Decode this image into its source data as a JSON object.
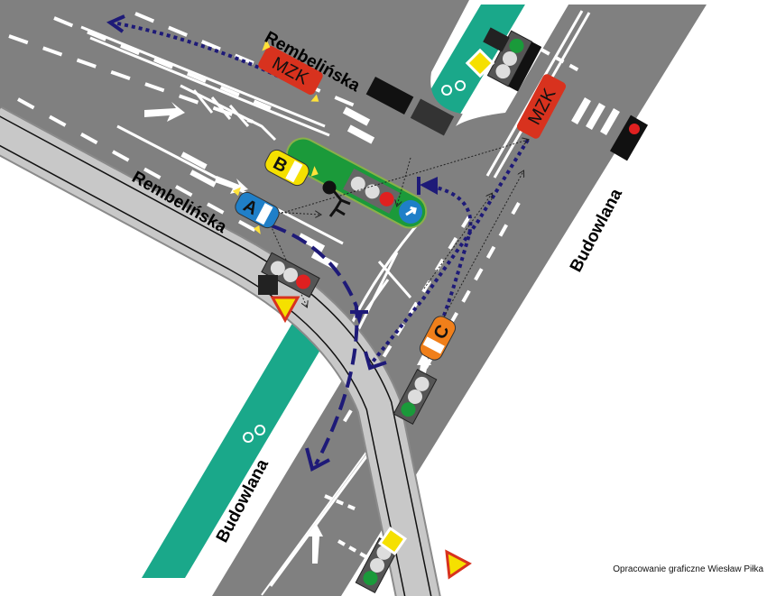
{
  "streets": {
    "rembelinska_top": "Rembelińska",
    "rembelinska_left": "Rembelińska",
    "budowlana_right": "Budowlana",
    "budowlana_left": "Budowlana"
  },
  "vehicles": {
    "bus_west": "MZK",
    "bus_south": "MZK",
    "car_a": "A",
    "car_b": "B",
    "car_c": "C"
  },
  "credit": "Opracowanie graficzne Wiesław Piłka",
  "colors": {
    "road": "#808080",
    "tram": "#c8c8c8",
    "bike_path": "#1aa88a",
    "route": "#1e1a78",
    "bus": "#d8321e",
    "car_a": "#1f7fc8",
    "car_b": "#f5e000",
    "car_c": "#f07f1a"
  }
}
